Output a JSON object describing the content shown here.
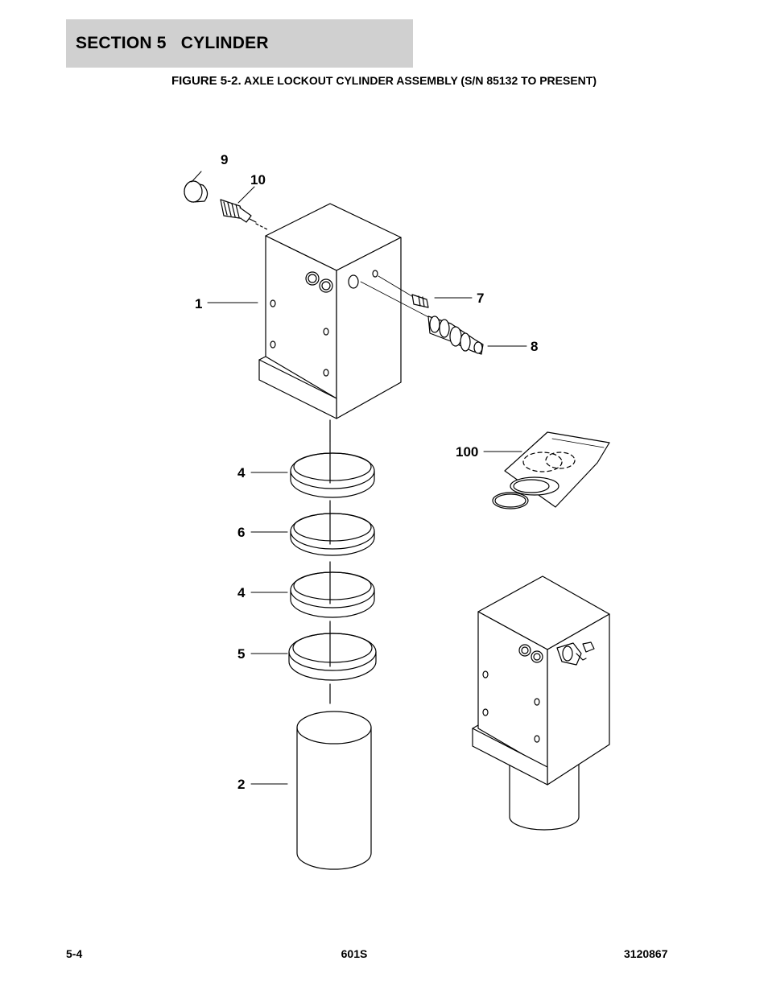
{
  "header": {
    "section_title": "SECTION 5   CYLINDER",
    "figure_number": "FIGURE 5-2.",
    "figure_caption": "AXLE LOCKOUT CYLINDER ASSEMBLY (S/N 85132 TO PRESENT)"
  },
  "callouts": {
    "c9": "9",
    "c10": "10",
    "c1": "1",
    "c7": "7",
    "c8": "8",
    "c100": "100",
    "c4a": "4",
    "c6": "6",
    "c4b": "4",
    "c5": "5",
    "c2": "2"
  },
  "footer": {
    "page_number": "5-4",
    "model": "601S",
    "manual_number": "3120867"
  }
}
